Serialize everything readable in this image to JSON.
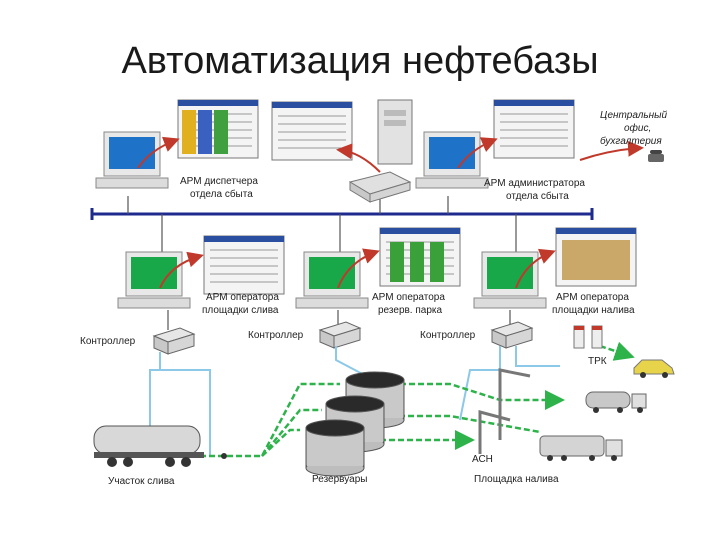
{
  "title": "Автоматизация нефтебазы",
  "labels": {
    "arm_dispatcher_1": "АРМ диспетчера",
    "arm_dispatcher_2": "отдела сбыта",
    "arm_admin_1": "АРМ администратора",
    "arm_admin_2": "отдела сбыта",
    "office_1": "Центральный",
    "office_2": "офис,",
    "office_3": "бухгалтерия",
    "arm_op_drain_1": "АРМ оператора",
    "arm_op_drain_2": "площадки слива",
    "arm_op_park_1": "АРМ оператора",
    "arm_op_park_2": "резерв. парка",
    "arm_op_fill_1": "АРМ оператора",
    "arm_op_fill_2": "площадки налива",
    "controller_1": "Контроллер",
    "controller_2": "Контроллер",
    "controller_3": "Контроллер",
    "trk": "ТРК",
    "asn": "АСН",
    "drain_area": "Участок слива",
    "tanks": "Резервуары",
    "fill_area": "Площадка налива"
  },
  "colors": {
    "bus": "#1f2a8f",
    "pipe": "#2db34a",
    "signal": "#8cc8e8",
    "arrow": "#c0392b",
    "screen_blue": "#1e73c8",
    "screen_green": "#18a84a"
  },
  "icons": [
    "monitor-icon",
    "printer-icon",
    "server-icon",
    "phone-icon",
    "controller-icon",
    "tank-wagon-icon",
    "tank-icon",
    "fuel-dispenser-icon",
    "car-icon",
    "tanker-truck-icon",
    "loading-arm-icon"
  ]
}
